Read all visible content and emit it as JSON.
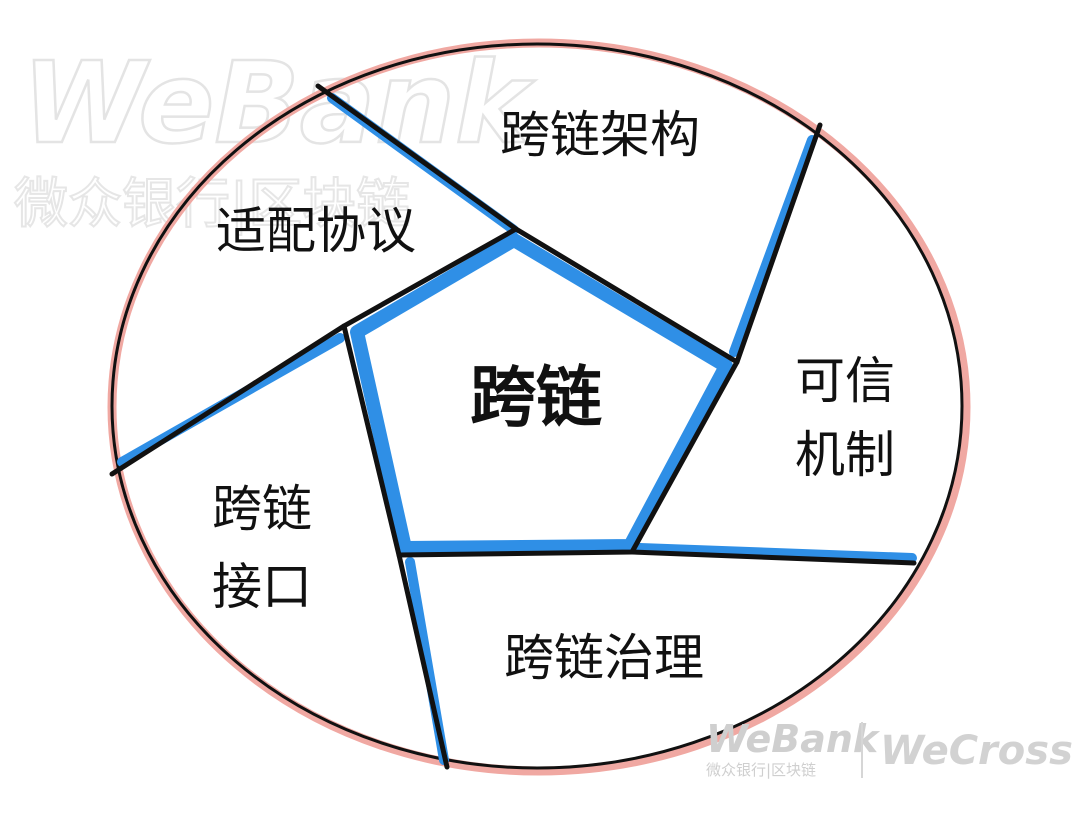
{
  "watermark_top": {
    "brand": "WeBank",
    "subtitle": "微众银行|区块链"
  },
  "center": {
    "label": "跨链"
  },
  "segments": {
    "architecture": "跨链架构",
    "trust_line1": "可信",
    "trust_line2": "机制",
    "governance": "跨链治理",
    "interface_line1": "跨链",
    "interface_line2": "接口",
    "adapter": "适配协议"
  },
  "footer": {
    "brand": "WeBank",
    "subtitle": "微众银行|区块链",
    "product": "WeCross"
  },
  "colors": {
    "outline": "#111111",
    "accent_blue": "#2f8fe6",
    "rim_red": "#e8726a",
    "watermark": "#e6e6e6",
    "footer_text": "#c8c8c8"
  }
}
